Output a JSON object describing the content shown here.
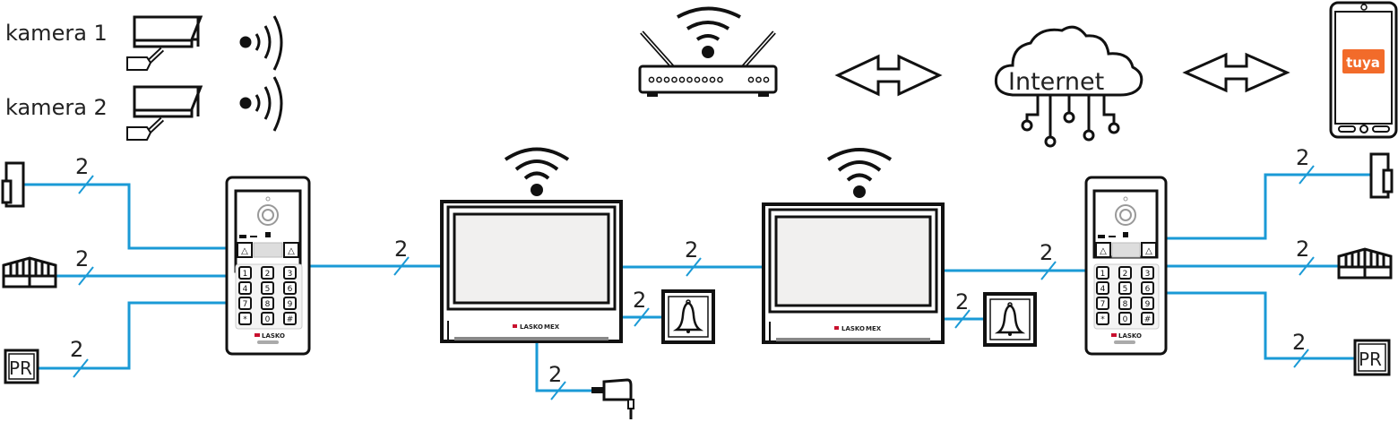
{
  "cameras": [
    {
      "label": "kamera 1"
    },
    {
      "label": "kamera 2"
    }
  ],
  "cloud": {
    "label": "Internet"
  },
  "phone": {
    "app_label": "tuya",
    "app_color": "#f26b2a"
  },
  "brand": {
    "logo_left": "LASKO",
    "logo_right": "MEX",
    "logo_color": "#c8102e"
  },
  "wire_color": "#1a9ad6",
  "wire_count_label": "2",
  "left_panel": {
    "keys": [
      "1",
      "2",
      "3",
      "4",
      "5",
      "6",
      "7",
      "8",
      "9",
      "*",
      "0",
      "#"
    ]
  },
  "right_panel": {
    "keys": [
      "1",
      "2",
      "3",
      "4",
      "5",
      "6",
      "7",
      "8",
      "9",
      "*",
      "0",
      "#"
    ]
  },
  "devices": {
    "lock_left": "electric-lock",
    "gate_left": "gate",
    "pr_left": "PR",
    "lock_right": "electric-lock",
    "gate_right": "gate",
    "pr_right": "PR"
  }
}
